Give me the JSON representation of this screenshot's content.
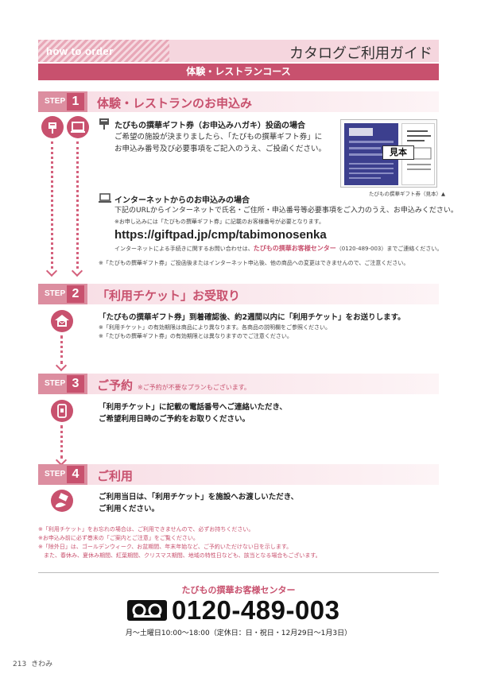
{
  "header": {
    "tag": "how to order",
    "title": "カタログご利用ガイド",
    "course": "体験・レストランコース"
  },
  "steps": [
    {
      "label": "STEP",
      "num": "1",
      "title": "体験・レストランのお申込み"
    },
    {
      "label": "STEP",
      "num": "2",
      "title": "「利用チケット」お受取り"
    },
    {
      "label": "STEP",
      "num": "3",
      "title": "ご予約",
      "note": "※ご予約が不要なプランもございます。"
    },
    {
      "label": "STEP",
      "num": "4",
      "title": "ご利用"
    }
  ],
  "step1": {
    "postcard_head": "たびもの撰華ギフト券（お申込みハガキ）投函の場合",
    "postcard_l1": "ご希望の施設が決まりましたら、「たびもの撰華ギフト券」に",
    "postcard_l2": "お申込み番号及び必要事項をご記入のうえ、ご投函ください。",
    "catalog_caption": "たびもの撰華ギフト券（見本）▲",
    "catalog_stamp": "見本",
    "internet_head": "インターネットからのお申込みの場合",
    "internet_l1": "下記のURLからインターネットで氏名・ご住所・申込番号等必要事項をご入力のうえ、お申込みください。",
    "internet_note": "※お申し込みには「たびもの撰華ギフト券」に記載のお客様番号が必要となります。",
    "url": "https://giftpad.jp/cmp/tabimonosenka",
    "inquiry_pre": "インターネットによる手続きに関するお問い合わせは、",
    "inquiry_center": "たびもの撰華お客様センター",
    "inquiry_post": "（0120-489-003）までご連絡ください。",
    "change_note": "※「たびもの撰華ギフト券」ご投函後またはインターネット申込後、他の商品への変更はできませんので、ご注意ください。"
  },
  "step2": {
    "line": "「たびもの撰華ギフト券」到着確認後、約2週間以内に「利用チケット」をお送りします。",
    "note1": "※「利用チケット」の有効期限は商品により異なります。各商品の説明欄をご参照ください。",
    "note2": "※「たびもの撰華ギフト券」の有効期限とは異なりますのでご注意ください。"
  },
  "step3": {
    "l1": "「利用チケット」に記載の電話番号へご連絡いただき、",
    "l2": "ご希望利用日時のご予約をお取りください。"
  },
  "step4": {
    "l1": "ご利用当日は、「利用チケット」を施設へお渡しいただき、",
    "l2": "ご利用ください。"
  },
  "notes": [
    "※「利用チケット」をお忘れの場合は、ご利用できませんので、必ずお持ちください。",
    "※お申込み前に必ず巻末の「ご案内とご注意」をご覧ください。",
    "※「除外日」は、ゴールデンウィーク、お盆期間、年末年始など、ご予約いただけない日を示します。",
    "　また、春休み、夏休み期間、紅葉期間、クリスマス期間、地域の特性日なども、該当となる場合もございます。"
  ],
  "center": {
    "title": "たびもの撰華お客様センター",
    "phone": "0120-489-003",
    "hours": "月〜土曜日10:00〜18:00（定休日：日・祝日・12月29日〜1月3日）"
  },
  "footer": {
    "page": "213",
    "section": "きわみ"
  },
  "colors": {
    "accent": "#c8516e",
    "accent_light": "#f5d6de",
    "step_label": "#dc8ea0"
  }
}
